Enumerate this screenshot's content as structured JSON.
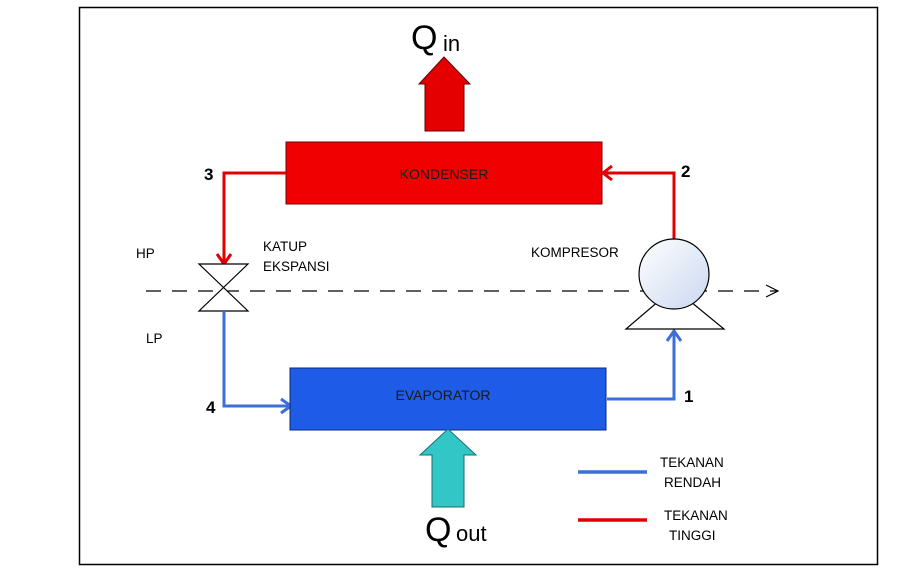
{
  "heat": {
    "in_main": "Q",
    "in_sub": "in",
    "out_main": "Q",
    "out_sub": "out"
  },
  "components": {
    "condenser": "KONDENSER",
    "evaporator": "EVAPORATOR",
    "compressor": "KOMPRESOR",
    "valve_line1": "KATUP",
    "valve_line2": "EKSPANSI"
  },
  "pressure": {
    "high": "HP",
    "low": "LP"
  },
  "states": {
    "s1": "1",
    "s2": "2",
    "s3": "3",
    "s4": "4"
  },
  "legend": {
    "low_line1": "TEKANAN",
    "low_line2": "RENDAH",
    "high_line1": "TEKANAN",
    "high_line2": "TINGGI",
    "low_color": "#3B6FD8",
    "high_color": "#E00000"
  },
  "colors": {
    "condenser_fill": "#F00000",
    "evaporator_fill": "#1E5BE6",
    "q_in_arrow": "#E40000",
    "q_out_arrow": "#33C6C6",
    "compressor_fill": "#DCE6F5"
  }
}
